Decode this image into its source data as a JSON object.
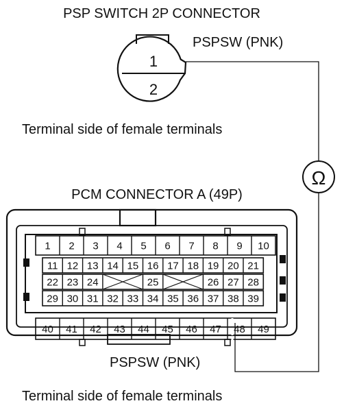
{
  "psp_connector": {
    "title": "PSP SWITCH 2P CONNECTOR",
    "wire_label": "PSPSW (PNK)",
    "pins": [
      "1",
      "2"
    ],
    "caption": "Terminal side of female terminals"
  },
  "meter": {
    "symbol": "Ω",
    "icon": "ohmmeter-icon"
  },
  "pcm_connector": {
    "title": "PCM CONNECTOR A (49P)",
    "wire_label": "PSPSW (PNK)",
    "caption": "Terminal side of female terminals",
    "rows": [
      [
        "1",
        "2",
        "3",
        "4",
        "5",
        "6",
        "7",
        "8",
        "9",
        "10"
      ],
      [
        "11",
        "12",
        "13",
        "14",
        "15",
        "16",
        "17",
        "18",
        "19",
        "20",
        "21"
      ],
      [
        "22",
        "23",
        "24",
        "",
        "",
        "25",
        "",
        "",
        "26",
        "27",
        "28"
      ],
      [
        "29",
        "30",
        "31",
        "32",
        "33",
        "34",
        "35",
        "36",
        "37",
        "38",
        "39"
      ],
      [
        "40",
        "41",
        "42",
        "43",
        "44",
        "45",
        "46",
        "47",
        "48",
        "49"
      ]
    ],
    "probe_terminal": "48",
    "empty_cavities": 4
  }
}
